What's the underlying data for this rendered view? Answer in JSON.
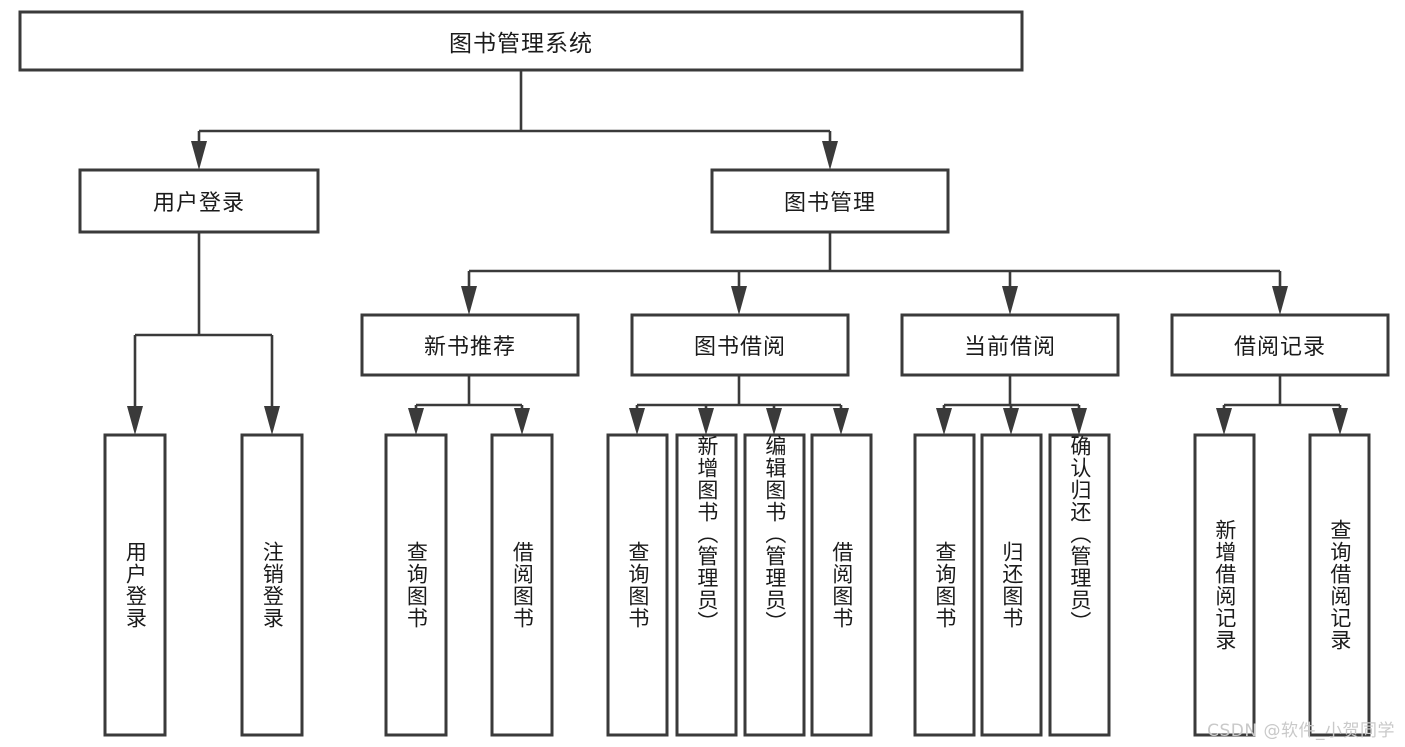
{
  "diagram": {
    "type": "tree-hierarchy",
    "title": "图书管理系统",
    "watermark": "CSDN @软件_小贺同学",
    "colors": {
      "box_stroke": "#3a3a3a",
      "box_fill": "#ffffff",
      "connector": "#3a3a3a",
      "text": "#1b1b1b",
      "watermark": "#c9c9c9",
      "background": "#ffffff"
    },
    "root": {
      "label": "图书管理系统",
      "orientation": "horizontal"
    },
    "level1": [
      {
        "label": "用户登录",
        "orientation": "horizontal"
      },
      {
        "label": "图书管理",
        "orientation": "horizontal"
      }
    ],
    "level2": [
      {
        "label": "新书推荐",
        "orientation": "horizontal",
        "parent": "图书管理"
      },
      {
        "label": "图书借阅",
        "orientation": "horizontal",
        "parent": "图书管理"
      },
      {
        "label": "当前借阅",
        "orientation": "horizontal",
        "parent": "图书管理"
      },
      {
        "label": "借阅记录",
        "orientation": "horizontal",
        "parent": "图书管理"
      }
    ],
    "leaves": {
      "user_login": [
        {
          "label": "用户登录",
          "orientation": "vertical"
        },
        {
          "label": "注销登录",
          "orientation": "vertical"
        }
      ],
      "new_book_recommend": [
        {
          "label": "查询图书",
          "orientation": "vertical"
        },
        {
          "label": "借阅图书",
          "orientation": "vertical"
        }
      ],
      "book_borrow": [
        {
          "label": "查询图书",
          "orientation": "vertical"
        },
        {
          "label": "新增图书（管理员）",
          "orientation": "vertical"
        },
        {
          "label": "编辑图书（管理员）",
          "orientation": "vertical"
        },
        {
          "label": "借阅图书",
          "orientation": "vertical"
        }
      ],
      "current_borrow": [
        {
          "label": "查询图书",
          "orientation": "vertical"
        },
        {
          "label": "归还图书",
          "orientation": "vertical"
        },
        {
          "label": "确认归还（管理员）",
          "orientation": "vertical"
        }
      ],
      "borrow_record": [
        {
          "label": "新增借阅记录",
          "orientation": "vertical"
        },
        {
          "label": "查询借阅记录",
          "orientation": "vertical"
        }
      ]
    }
  }
}
